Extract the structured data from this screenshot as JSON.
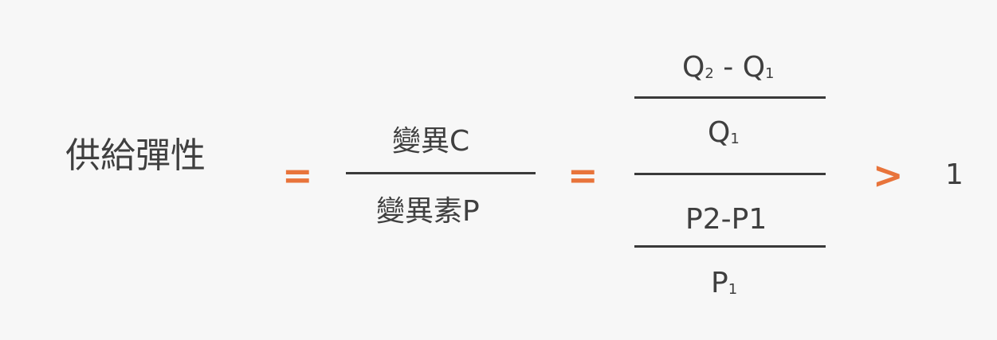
{
  "formula": {
    "label": "供給彈性",
    "equals_1": "=",
    "fraction_1": {
      "numerator": "變異C",
      "denominator": "變異素P"
    },
    "equals_2": "=",
    "fraction_2": {
      "top_numerator": {
        "q2": "Q",
        "q2_sub": "2",
        "minus": " - ",
        "q1": "Q",
        "q1_sub": "1"
      },
      "top_denominator": {
        "q": "Q",
        "q_sub": "1"
      },
      "bottom_numerator": "P2-P1",
      "bottom_denominator": {
        "p": "P",
        "p_sub": "1"
      }
    },
    "comparison": ">",
    "value": "1"
  },
  "colors": {
    "operator": "#e8743b",
    "text": "#3f3f3f",
    "line": "#3a3a3a",
    "background": "#f7f7f7"
  }
}
